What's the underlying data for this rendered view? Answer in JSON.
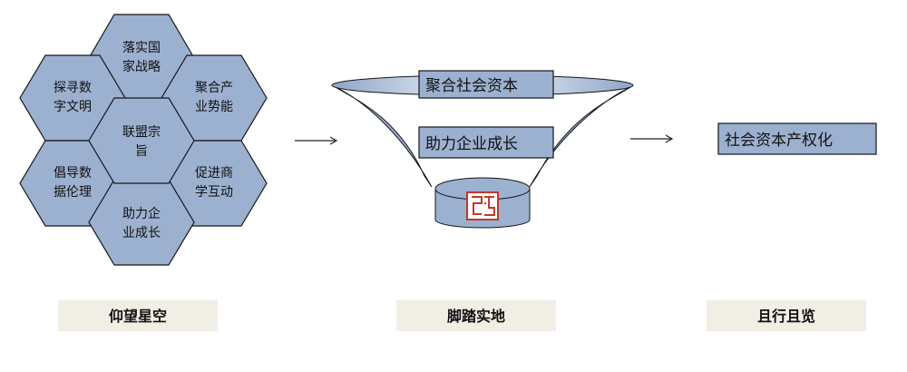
{
  "hexes": [
    {
      "lines": [
        "落实国",
        "家战略"
      ]
    },
    {
      "lines": [
        "探寻数",
        "字文明"
      ]
    },
    {
      "lines": [
        "聚合产",
        "业势能"
      ]
    },
    {
      "lines": [
        "联盟宗",
        "旨"
      ]
    },
    {
      "lines": [
        "倡导数",
        "据伦理"
      ]
    },
    {
      "lines": [
        "促进商",
        "学互动"
      ]
    },
    {
      "lines": [
        "助力企",
        "业成长"
      ]
    }
  ],
  "funnel": {
    "top_box": "聚合社会资本",
    "middle_box": "助力企业成长",
    "seal_icon": "seal-logo-icon"
  },
  "result_box": "社会资本产权化",
  "labels": [
    "仰望星空",
    "脚踏实地",
    "且行且览"
  ],
  "colors": {
    "hex_fill": "#9cb1d0",
    "label_bg": "#f0eee5",
    "seal_red": "#c0392b"
  }
}
